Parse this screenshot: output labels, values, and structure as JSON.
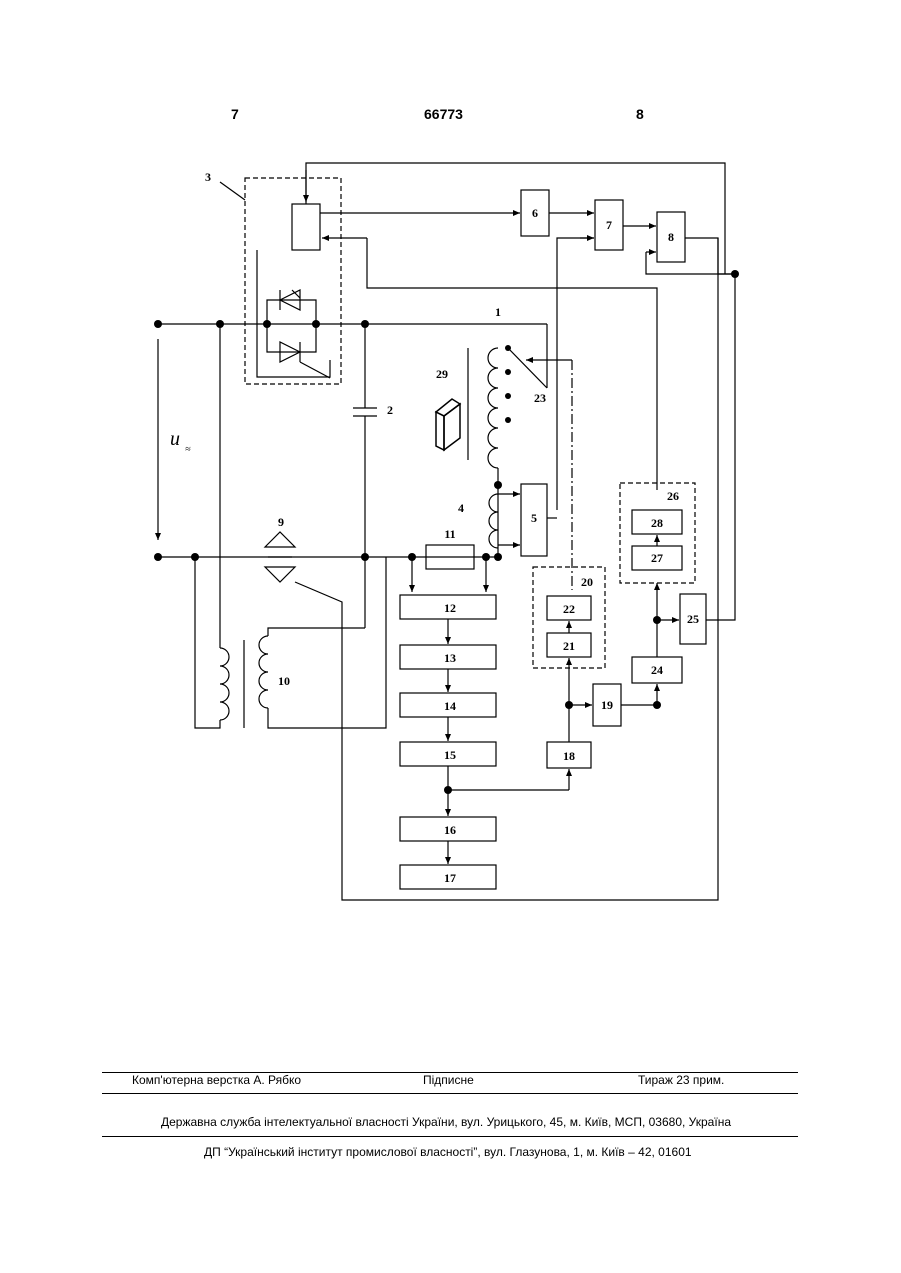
{
  "header": {
    "left_page": "7",
    "patent_number": "66773",
    "right_page": "8"
  },
  "diagram": {
    "block_labels": [
      "1",
      "2",
      "3",
      "4",
      "5",
      "6",
      "7",
      "8",
      "9",
      "10",
      "11",
      "12",
      "13",
      "14",
      "15",
      "16",
      "17",
      "18",
      "19",
      "20",
      "21",
      "22",
      "23",
      "24",
      "25",
      "26",
      "27",
      "28",
      "29"
    ],
    "voltage_symbol": "u",
    "voltage_subscript": "≈"
  },
  "footer": {
    "layout": "Комп'ютерна верстка А. Рябко",
    "signed": "Підписне",
    "circulation": "Тираж 23 прим.",
    "office": "Державна служба інтелектуальної власності України, вул. Урицького, 45, м. Київ, МСП, 03680, Україна",
    "institute": "ДП “Український інститут промислової власності”, вул. Глазунова, 1, м. Київ – 42, 01601"
  }
}
